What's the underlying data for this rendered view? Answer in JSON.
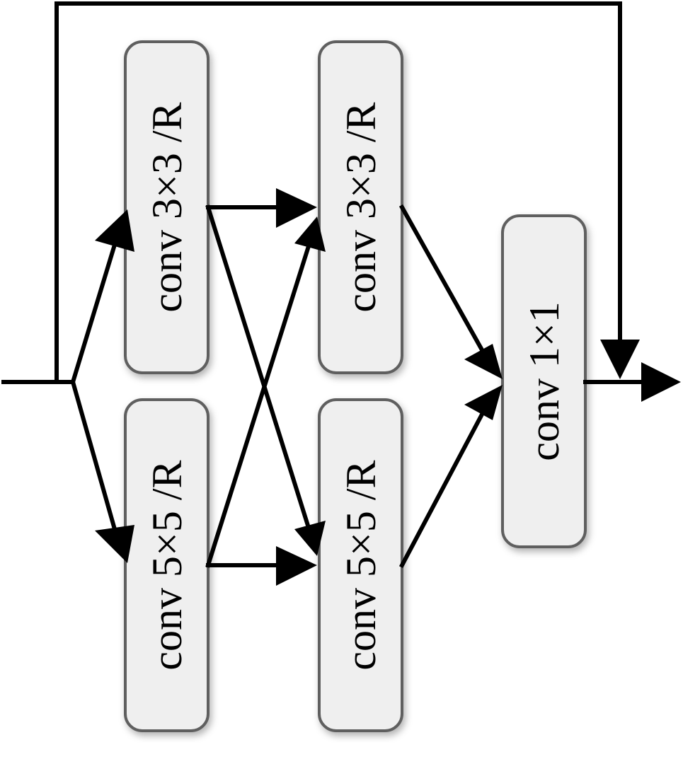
{
  "blocks": {
    "b1": "conv 3×3 /R",
    "b2": "conv 5×5 /R",
    "b3": "conv 3×3 /R",
    "b4": "conv 5×5 /R",
    "b5": "conv 1×1"
  },
  "colors": {
    "block_fill": "#efefef",
    "block_border": "#5f5f5f",
    "line": "#000000"
  }
}
